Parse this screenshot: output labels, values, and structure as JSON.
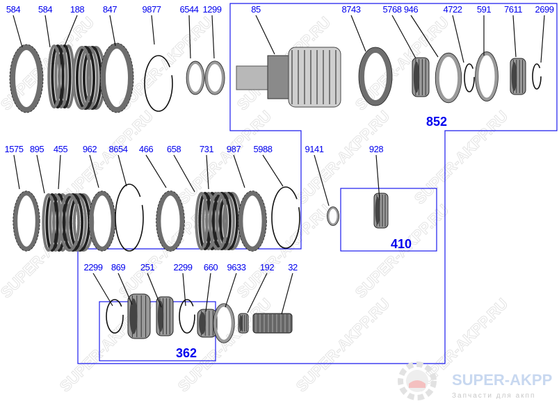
{
  "diagram": {
    "parts": [
      {
        "label": "584",
        "type": "clutch-plate"
      },
      {
        "label": "584",
        "type": "clutch-pack"
      },
      {
        "label": "188",
        "type": "clutch-pack"
      },
      {
        "label": "847",
        "type": "clutch-plate"
      },
      {
        "label": "9877",
        "type": "snap-ring"
      },
      {
        "label": "6544",
        "type": "washer"
      },
      {
        "label": "1299",
        "type": "washer"
      },
      {
        "label": "85",
        "type": "drum"
      },
      {
        "label": "8743",
        "type": "piston"
      },
      {
        "label": "5768",
        "type": "bearing"
      },
      {
        "label": "946",
        "type": "washer"
      },
      {
        "label": "4722",
        "type": "snap-ring"
      },
      {
        "label": "591",
        "type": "washer"
      },
      {
        "label": "7611",
        "type": "bearing"
      },
      {
        "label": "2699",
        "type": "snap-ring"
      },
      {
        "label": "1575",
        "type": "clutch-plate"
      },
      {
        "label": "895",
        "type": "clutch-pack"
      },
      {
        "label": "455",
        "type": "clutch-pack"
      },
      {
        "label": "962",
        "type": "clutch-plate"
      },
      {
        "label": "8654",
        "type": "snap-ring"
      },
      {
        "label": "466",
        "type": "clutch-plate"
      },
      {
        "label": "658",
        "type": "clutch-pack"
      },
      {
        "label": "731",
        "type": "clutch-pack"
      },
      {
        "label": "987",
        "type": "clutch-plate"
      },
      {
        "label": "5988",
        "type": "snap-ring"
      },
      {
        "label": "9141",
        "type": "washer"
      },
      {
        "label": "928",
        "type": "bearing"
      },
      {
        "label": "2299",
        "type": "snap-ring"
      },
      {
        "label": "869",
        "type": "gear"
      },
      {
        "label": "251",
        "type": "bearing"
      },
      {
        "label": "2299",
        "type": "snap-ring"
      },
      {
        "label": "660",
        "type": "bearing"
      },
      {
        "label": "9633",
        "type": "washer"
      },
      {
        "label": "192",
        "type": "bearing"
      },
      {
        "label": "32",
        "type": "shaft"
      }
    ],
    "groups": [
      {
        "label": "852",
        "color": "#1a1aee"
      },
      {
        "label": "410",
        "color": "#1a1aee"
      },
      {
        "label": "362",
        "color": "#1a1aee"
      }
    ],
    "label_color": "#0000ee"
  },
  "watermark": "SUPER-AKPP.RU",
  "logo": {
    "title": "SUPER-AKPP",
    "subtitle": "Запчасти для акпп",
    "icon": "gear-icon"
  }
}
